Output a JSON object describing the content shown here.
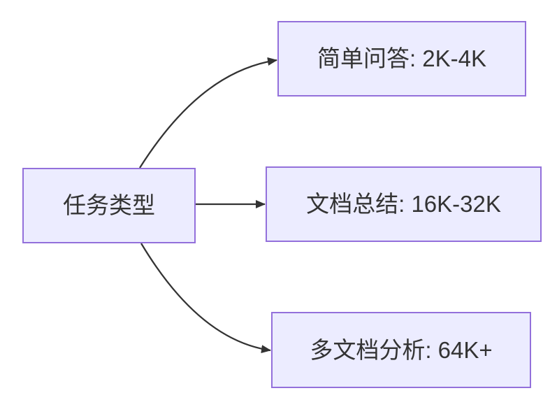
{
  "diagram": {
    "root_node": {
      "label": "任务类型"
    },
    "branch_nodes": [
      {
        "label": "简单问答: 2K-4K"
      },
      {
        "label": "文档总结: 16K-32K"
      },
      {
        "label": "多文档分析: 64K+"
      }
    ],
    "colors": {
      "node_fill": "#ECECFF",
      "node_border": "#9370DB",
      "text": "#333333",
      "arrow": "#333333"
    }
  }
}
